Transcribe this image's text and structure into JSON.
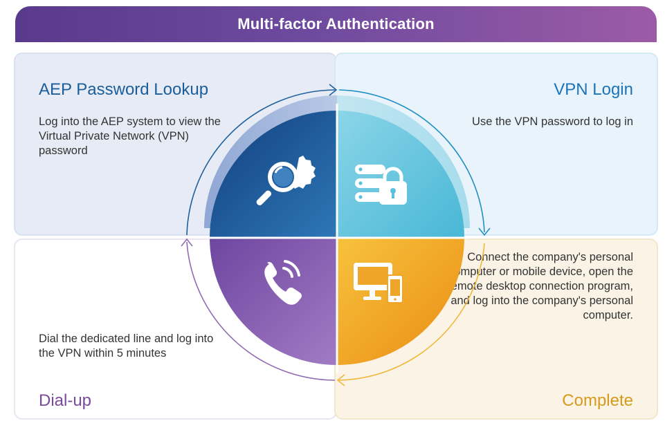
{
  "header": {
    "title": "Multi-factor Authentication"
  },
  "steps": [
    {
      "title": "AEP Password Lookup",
      "description": "Log into the AEP system to view the Virtual Private Network (VPN) password",
      "color": "#1b5e9a",
      "icon": "search-gear-icon"
    },
    {
      "title": "VPN Login",
      "description": "Use the VPN password to log in",
      "color": "#1b74b8",
      "icon": "server-lock-icon"
    },
    {
      "title": "Complete",
      "description": "Connect the company's personal computer or mobile device, open the remote desktop connection program, and log into the company's personal computer.",
      "color": "#d69a1c",
      "icon": "desktop-mobile-icon"
    },
    {
      "title": "Dial-up",
      "description": "Dial the dedicated line and log into the VPN within 5 minutes",
      "color": "#7a4a9a",
      "icon": "phone-call-icon"
    }
  ],
  "colors": {
    "banner": "#6d4a9e",
    "blue_dark": "#1a4f8f",
    "teal": "#5ec3dd",
    "orange": "#f0a81c",
    "purple": "#8a64ad"
  }
}
